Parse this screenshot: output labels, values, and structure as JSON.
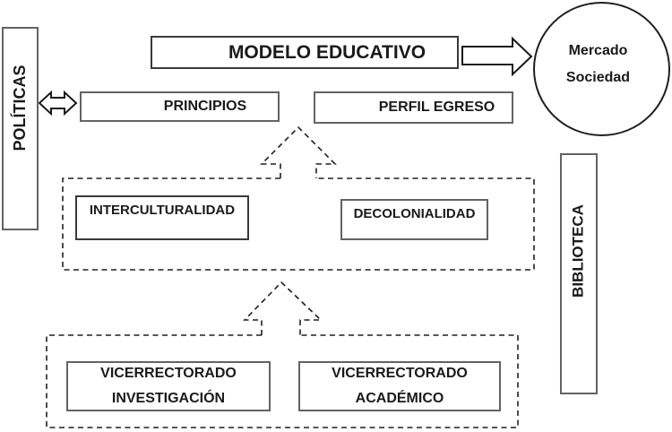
{
  "title": "MODELO EDUCATIVO",
  "sidebars": {
    "left": "POLÍTICAS",
    "right": "BIBLIOTECA"
  },
  "top_row": {
    "principios": "PRINCIPIOS",
    "perfil_egreso": "PERFIL EGRESO"
  },
  "external_circle": {
    "line1": "Mercado",
    "line2": "Sociedad"
  },
  "principles_level": {
    "interculturalidad": "INTERCULTURALIDAD",
    "decolonialidad": "DECOLONIALIDAD"
  },
  "governance_level": {
    "vicerrectorado_investigacion": {
      "line1": "VICERRECTORADO",
      "line2": "INVESTIGACIÓN"
    },
    "vicerrectorado_academico": {
      "line1": "VICERRECTORADO",
      "line2": "ACADÉMICO"
    }
  },
  "icons": {
    "double_arrow": "double-headed-outline-arrow",
    "right_arrow": "right-block-outline-arrow",
    "up_arrow": "dashed-up-arrow"
  },
  "colors": {
    "background": "#ffffff",
    "line": "#1f1f1f",
    "box_border": "#636363",
    "text": "#1a1a1a"
  }
}
